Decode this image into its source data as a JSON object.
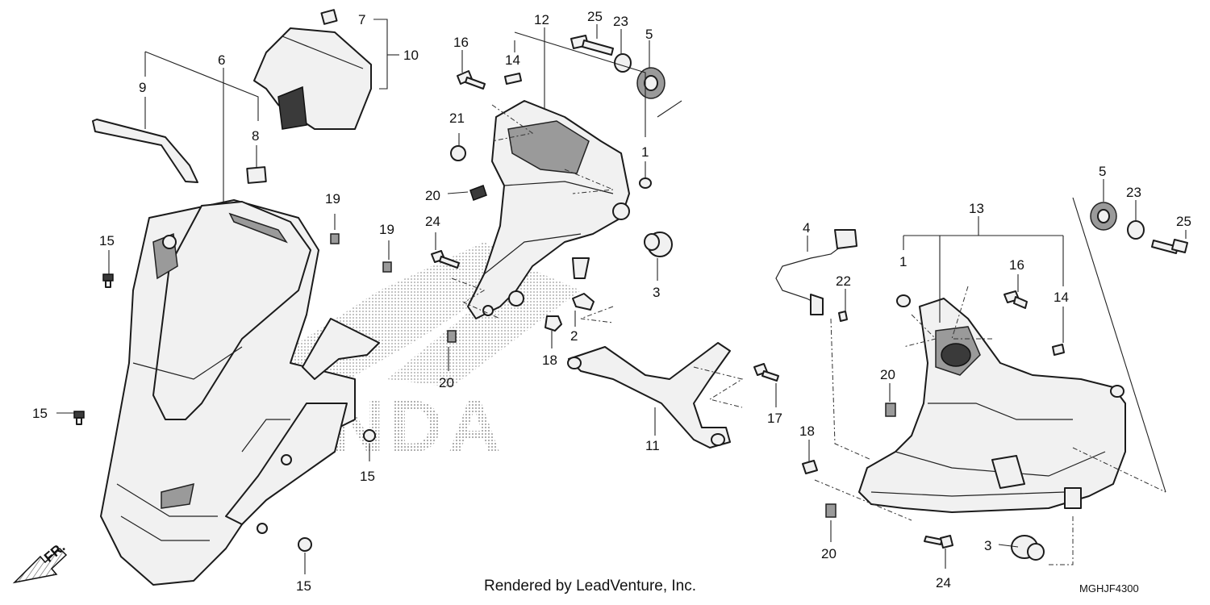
{
  "diagram": {
    "callouts": [
      {
        "id": "c7a",
        "text": "7"
      },
      {
        "id": "c10",
        "text": "10"
      },
      {
        "id": "c9",
        "text": "9"
      },
      {
        "id": "c6",
        "text": "6"
      },
      {
        "id": "c8",
        "text": "8"
      },
      {
        "id": "c16a",
        "text": "16"
      },
      {
        "id": "c14a",
        "text": "14"
      },
      {
        "id": "c12",
        "text": "12"
      },
      {
        "id": "c25a",
        "text": "25"
      },
      {
        "id": "c23a",
        "text": "23"
      },
      {
        "id": "c5a",
        "text": "5"
      },
      {
        "id": "c21",
        "text": "21"
      },
      {
        "id": "c1a",
        "text": "1"
      },
      {
        "id": "c20a",
        "text": "20"
      },
      {
        "id": "c19a",
        "text": "19"
      },
      {
        "id": "c19b",
        "text": "19"
      },
      {
        "id": "c24a",
        "text": "24"
      },
      {
        "id": "c15a",
        "text": "15"
      },
      {
        "id": "c3a",
        "text": "3"
      },
      {
        "id": "c2",
        "text": "2"
      },
      {
        "id": "c18a",
        "text": "18"
      },
      {
        "id": "c20b",
        "text": "20"
      },
      {
        "id": "c15b",
        "text": "15"
      },
      {
        "id": "c15c",
        "text": "15"
      },
      {
        "id": "c15d",
        "text": "15"
      },
      {
        "id": "c11",
        "text": "11"
      },
      {
        "id": "c17",
        "text": "17"
      },
      {
        "id": "c4",
        "text": "4"
      },
      {
        "id": "c22",
        "text": "22"
      },
      {
        "id": "c13",
        "text": "13"
      },
      {
        "id": "c1b",
        "text": "1"
      },
      {
        "id": "c16b",
        "text": "16"
      },
      {
        "id": "c14b",
        "text": "14"
      },
      {
        "id": "c5b",
        "text": "5"
      },
      {
        "id": "c23b",
        "text": "23"
      },
      {
        "id": "c25b",
        "text": "25"
      },
      {
        "id": "c20c",
        "text": "20"
      },
      {
        "id": "c18b",
        "text": "18"
      },
      {
        "id": "c20d",
        "text": "20"
      },
      {
        "id": "c24b",
        "text": "24"
      },
      {
        "id": "c3b",
        "text": "3"
      }
    ],
    "front_marker": "FR.",
    "credit": "Rendered by LeadVenture, Inc.",
    "diagram_code": "MGHJF4300",
    "watermark": "HONDA"
  }
}
